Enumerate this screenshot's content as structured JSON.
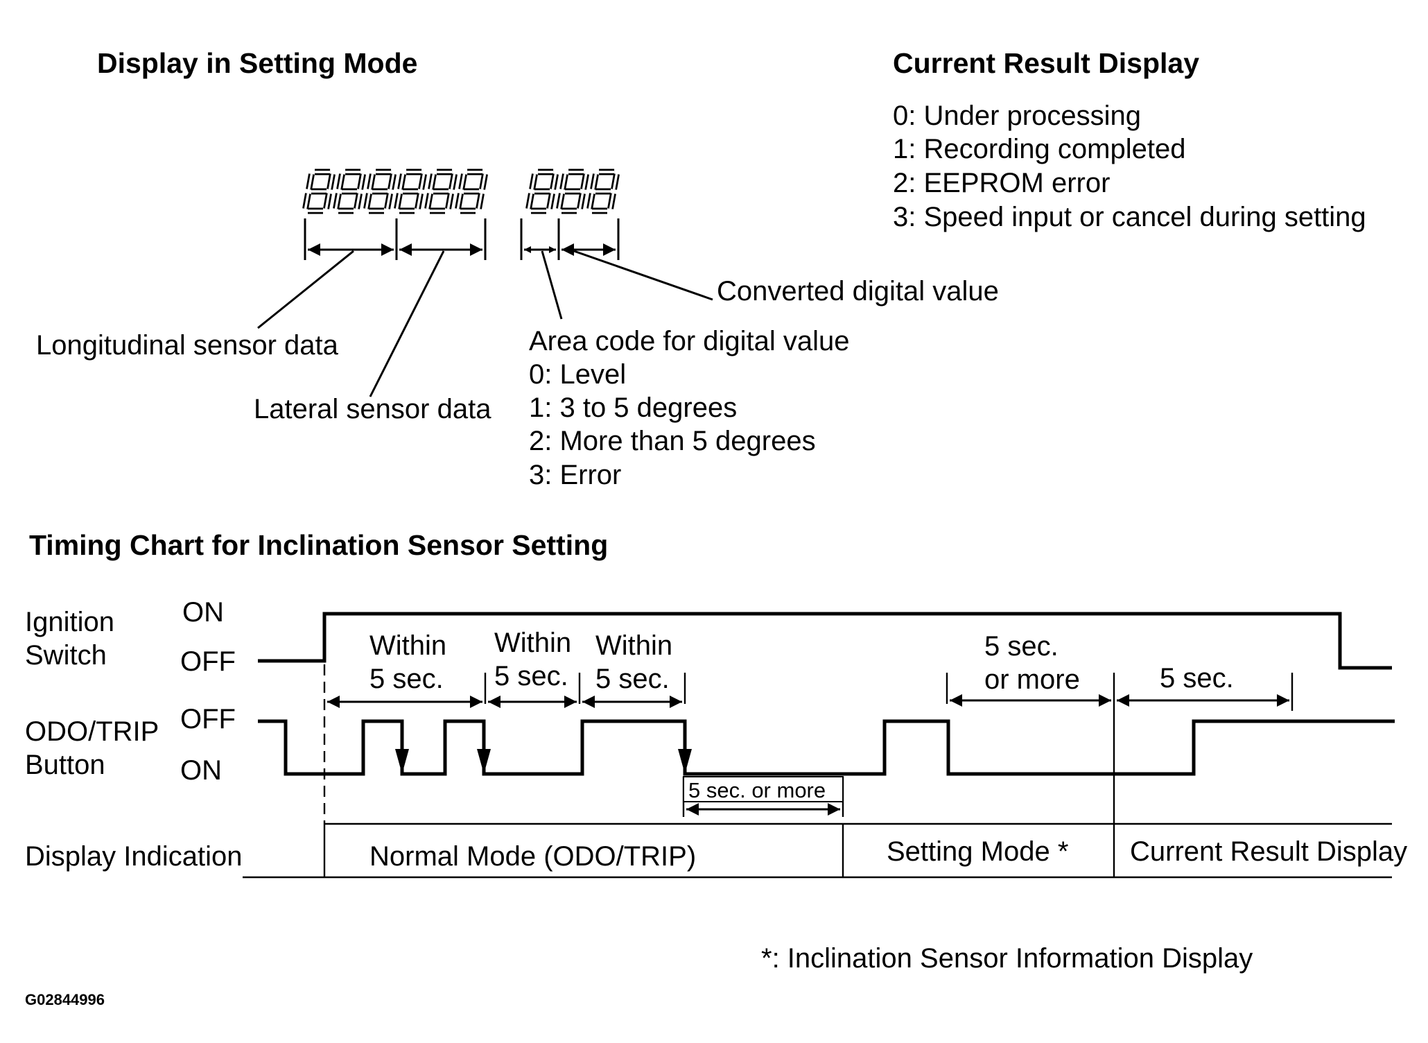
{
  "display_setting_mode": {
    "title": "Display in Setting Mode",
    "label_longitudinal": "Longitudinal sensor data",
    "label_lateral": "Lateral sensor data",
    "label_converted": "Converted digital value",
    "area_code": {
      "title": "Area code for digital value",
      "items": [
        "0: Level",
        "1: 3 to 5 degrees",
        "2: More than 5 degrees",
        "3: Error"
      ]
    }
  },
  "current_result_display": {
    "title": "Current Result Display",
    "items": [
      "0: Under processing",
      "1: Recording completed",
      "2: EEPROM error",
      "3: Speed input or cancel during setting"
    ]
  },
  "timing_chart": {
    "title": "Timing Chart for Inclination Sensor Setting",
    "signals": {
      "ignition": {
        "name_line1": "Ignition",
        "name_line2": "Switch",
        "on": "ON",
        "off": "OFF"
      },
      "odo": {
        "name_line1": "ODO/TRIP",
        "name_line2": "Button",
        "off": "OFF",
        "on": "ON"
      }
    },
    "intervals": {
      "within1_line1": "Within",
      "within1_line2": "5 sec.",
      "within2_line1": "Within",
      "within2_line2": "5 sec.",
      "within3_line1": "Within",
      "within3_line2": "5 sec.",
      "more_line1": "5 sec.",
      "more_line2": "or more",
      "five": "5 sec.",
      "five_or_more": "5 sec. or more"
    },
    "display_indication": {
      "label": "Display Indication",
      "normal": "Normal Mode (ODO/TRIP)",
      "setting": "Setting Mode *",
      "current": "Current Result Display"
    },
    "footnote": "*: Inclination Sensor Information Display"
  },
  "figure_id": "G02844996"
}
